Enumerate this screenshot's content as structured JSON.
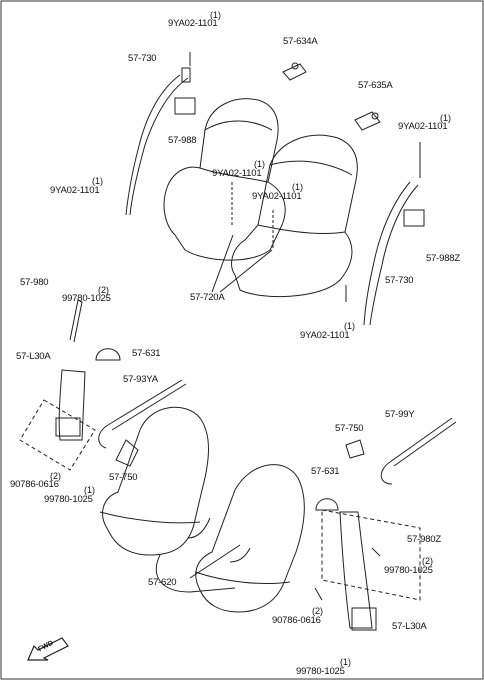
{
  "diagram": {
    "labels": [
      {
        "id": "l1",
        "text": "9YA02-1101",
        "qty": "(1)"
      },
      {
        "id": "l2",
        "text": "57-634A",
        "qty": ""
      },
      {
        "id": "l3",
        "text": "57-730",
        "qty": ""
      },
      {
        "id": "l4",
        "text": "57-988",
        "qty": ""
      },
      {
        "id": "l5",
        "text": "57-635A",
        "qty": ""
      },
      {
        "id": "l6",
        "text": "9YA02-1101",
        "qty": "(1)"
      },
      {
        "id": "l7",
        "text": "9YA02-1101",
        "qty": "(1)"
      },
      {
        "id": "l8",
        "text": "9YA02-1101",
        "qty": "(1)"
      },
      {
        "id": "l9",
        "text": "9YA02-1101",
        "qty": "(1)"
      },
      {
        "id": "l10",
        "text": "57-988Z",
        "qty": ""
      },
      {
        "id": "l11",
        "text": "57-720A",
        "qty": ""
      },
      {
        "id": "l12",
        "text": "57-730",
        "qty": ""
      },
      {
        "id": "l13",
        "text": "9YA02-1101",
        "qty": "(1)"
      },
      {
        "id": "l14",
        "text": "57-980",
        "qty": ""
      },
      {
        "id": "l15",
        "text": "99780-1025",
        "qty": "(2)"
      },
      {
        "id": "l16",
        "text": "57-L30A",
        "qty": ""
      },
      {
        "id": "l17",
        "text": "57-631",
        "qty": ""
      },
      {
        "id": "l18",
        "text": "57-93YA",
        "qty": ""
      },
      {
        "id": "l19",
        "text": "57-99Y",
        "qty": ""
      },
      {
        "id": "l20",
        "text": "57-750",
        "qty": ""
      },
      {
        "id": "l21",
        "text": "90786-0616",
        "qty": "(2)"
      },
      {
        "id": "l22",
        "text": "99780-1025",
        "qty": "(1)"
      },
      {
        "id": "l23",
        "text": "57-750",
        "qty": ""
      },
      {
        "id": "l24",
        "text": "57-631",
        "qty": ""
      },
      {
        "id": "l25",
        "text": "57-980Z",
        "qty": ""
      },
      {
        "id": "l26",
        "text": "99780-1025",
        "qty": "(2)"
      },
      {
        "id": "l27",
        "text": "57-620",
        "qty": ""
      },
      {
        "id": "l28",
        "text": "90786-0616",
        "qty": "(2)"
      },
      {
        "id": "l29",
        "text": "57-L30A",
        "qty": ""
      },
      {
        "id": "l30",
        "text": "99780-1025",
        "qty": "(1)"
      }
    ],
    "fwd_label": "FWD"
  }
}
